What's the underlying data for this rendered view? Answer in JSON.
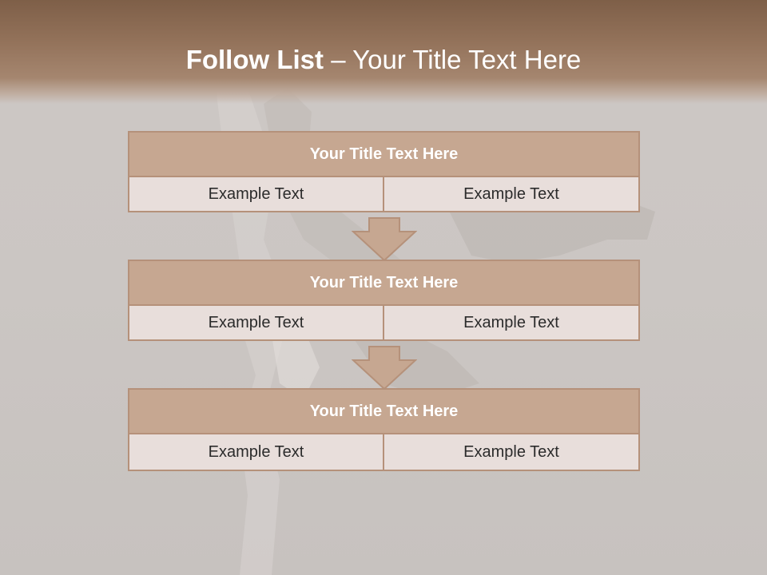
{
  "slide": {
    "title_strong": "Follow List",
    "title_rest": " – Your Title Text Here"
  },
  "blocks": [
    {
      "title": "Your Title Text Here",
      "left": "Example Text",
      "right": "Example Text"
    },
    {
      "title": "Your Title Text Here",
      "left": "Example Text",
      "right": "Example Text"
    },
    {
      "title": "Your Title Text Here",
      "left": "Example Text",
      "right": "Example Text"
    }
  ],
  "colors": {
    "header_fill": "#c6a791",
    "cell_fill": "#e8dedb",
    "border": "#b5917a",
    "title_band": "#8b6a52"
  },
  "icons": {
    "connector": "down-arrow-icon"
  }
}
